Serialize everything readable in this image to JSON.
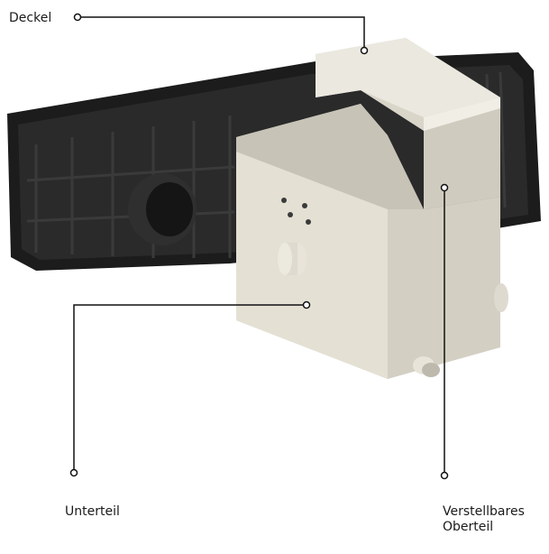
{
  "labels": {
    "deckel": "Deckel",
    "unterteil": "Unterteil",
    "oberteil": "Verstellbares\nOberteil"
  },
  "colors": {
    "housing": "#1f1f1f",
    "box": "#e4e0d4",
    "leader": "#111111"
  }
}
